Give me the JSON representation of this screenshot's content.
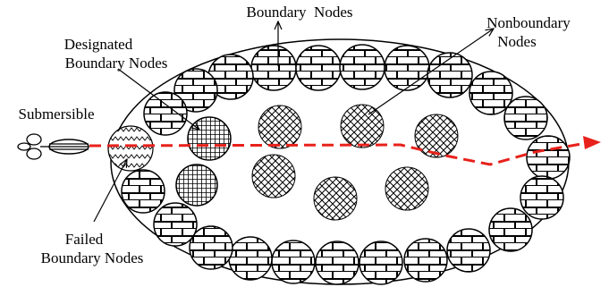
{
  "labels": {
    "boundary": "Boundary  Nodes",
    "nonboundary_line1": "Nonboundary",
    "nonboundary_line2": "Nodes",
    "designated_line1": "Designated",
    "designated_line2": "Boundary Nodes",
    "submersible": "Submersible",
    "failed_line1": "Failed",
    "failed_line2": "Boundary Nodes"
  },
  "colors": {
    "ink": "#000000",
    "path": "#e8211b",
    "background": "#ffffff"
  }
}
